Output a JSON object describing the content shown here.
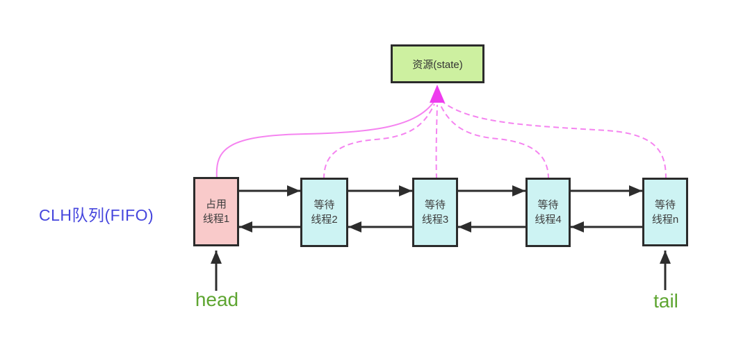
{
  "diagram": {
    "title_label": "CLH队列(FIFO)",
    "resource_box": {
      "label": "资源(state)"
    },
    "queue": {
      "nodes": [
        {
          "line1": "占用",
          "line2": "线程1",
          "role": "owner"
        },
        {
          "line1": "等待",
          "line2": "线程2",
          "role": "waiting"
        },
        {
          "line1": "等待",
          "line2": "线程3",
          "role": "waiting"
        },
        {
          "line1": "等待",
          "line2": "线程4",
          "role": "waiting"
        },
        {
          "line1": "等待",
          "line2": "线程n",
          "role": "waiting"
        }
      ],
      "head_label": "head",
      "tail_label": "tail"
    },
    "colors": {
      "resource_fill": "#cdf0a0",
      "owner_fill": "#f9caca",
      "waiting_fill": "#cdf3f3",
      "box_border": "#2b2b2b",
      "box_text": "#3d3d3d",
      "queue_label": "#4545dd",
      "head_tail": "#5ea531",
      "black_arrow": "#2d2d2d",
      "magenta_line": "#f583f0",
      "magenta_arrow": "#ee3cee"
    }
  }
}
